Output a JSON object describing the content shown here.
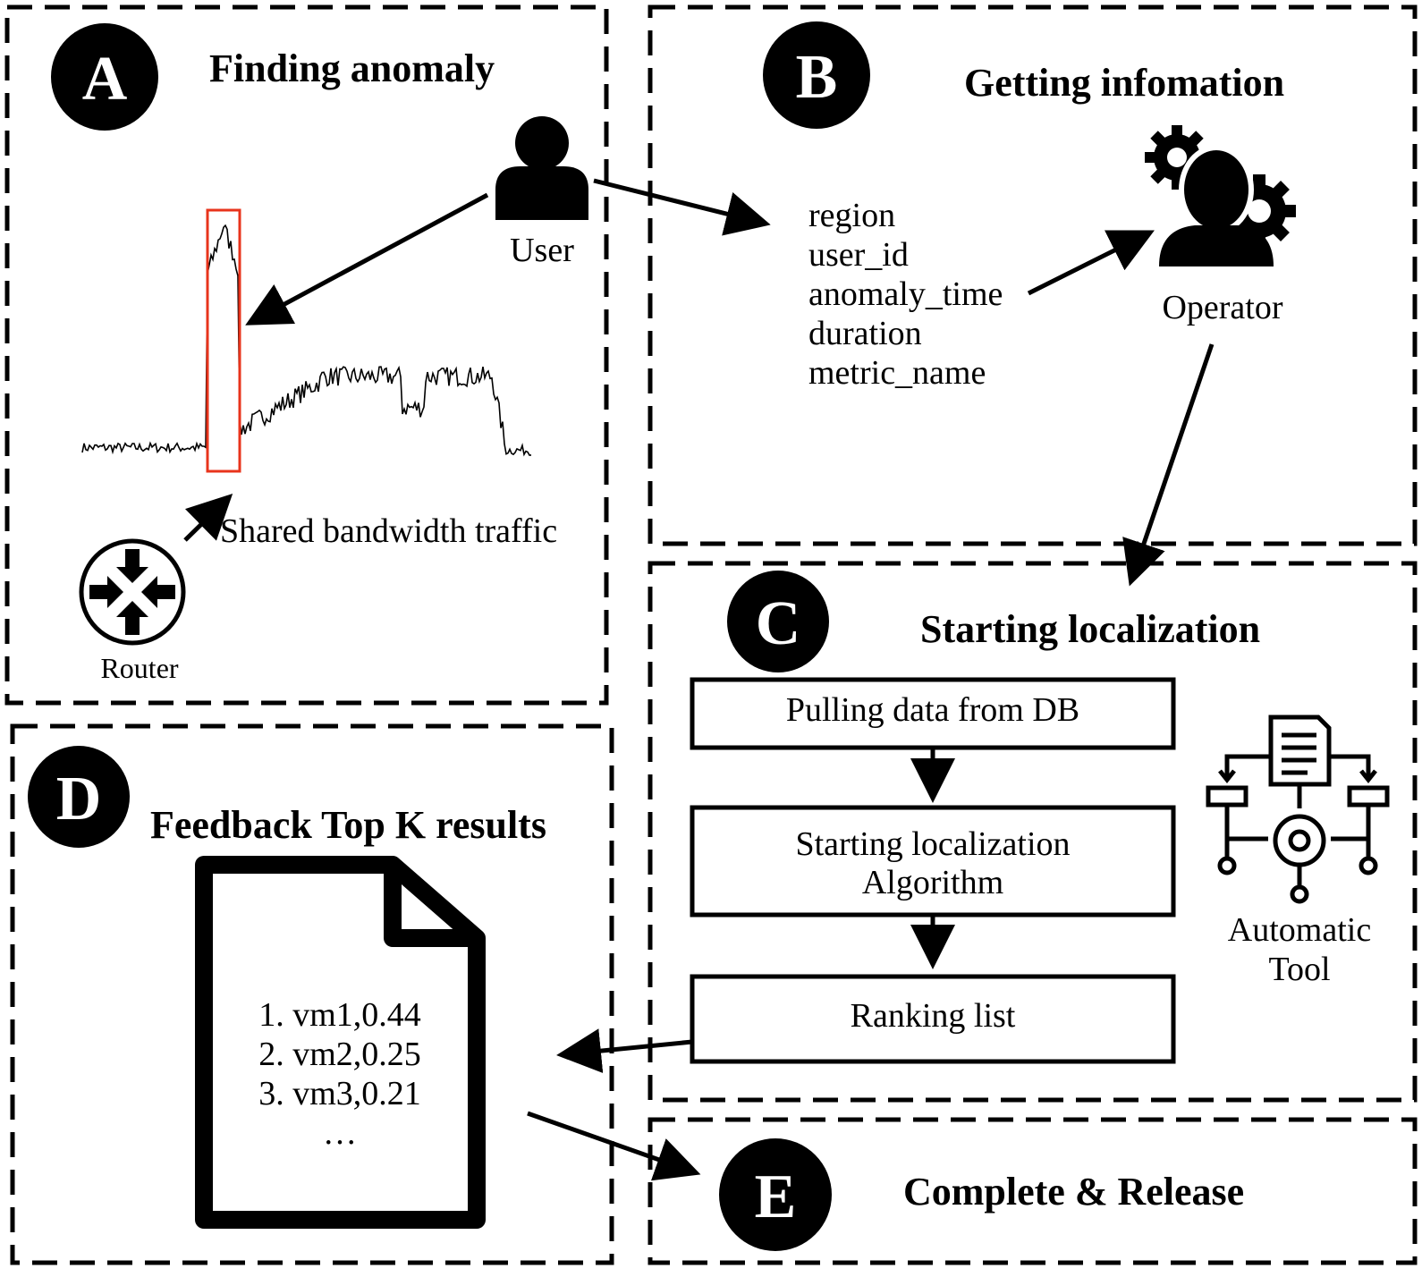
{
  "panels": {
    "a": {
      "letter": "A",
      "title": "Finding anomaly"
    },
    "b": {
      "letter": "B",
      "title": "Getting infomation"
    },
    "c": {
      "letter": "C",
      "title": "Starting localization"
    },
    "d": {
      "letter": "D",
      "title": "Feedback Top K results"
    },
    "e": {
      "letter": "E",
      "title": "Complete & Release"
    }
  },
  "labels": {
    "user": "User",
    "router": "Router",
    "traffic": "Shared bandwidth traffic",
    "operator": "Operator",
    "tool_line1": "Automatic",
    "tool_line2": "Tool"
  },
  "fields": [
    "region",
    "user_id",
    "anomaly_time",
    "duration",
    "metric_name"
  ],
  "steps": {
    "pull": "Pulling data from DB",
    "algo_line1": "Starting localization",
    "algo_line2": "Algorithm",
    "rank": "Ranking list"
  },
  "results": [
    "1. vm1,0.44",
    "2. vm2,0.25",
    "3. vm3,0.21",
    "…"
  ],
  "colors": {
    "highlight": "#e8341c",
    "ink": "#000000"
  }
}
